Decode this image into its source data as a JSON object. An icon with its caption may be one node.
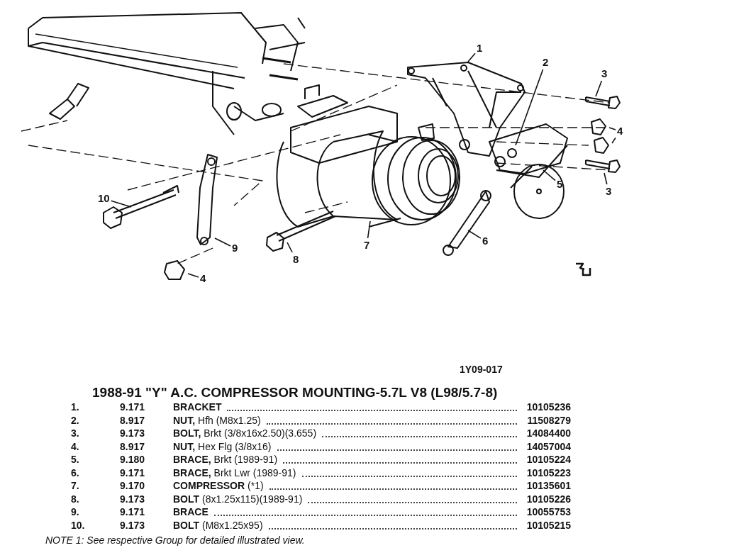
{
  "diagram": {
    "title": "1988-91 \"Y\" A.C. COMPRESSOR MOUNTING-5.7L V8 (L98/5.7-8)",
    "caption": "NOTE 1: See respective Group for detailed illustrated view.",
    "nodes": [
      {
        "text": [
          "1"
        ]
      },
      {
        "text": [
          "2"
        ]
      },
      {
        "text": [
          "3"
        ]
      },
      {
        "text": [
          "4"
        ]
      },
      {
        "text": [
          "5"
        ]
      },
      {
        "text": [
          "3"
        ]
      },
      {
        "text": [
          "10"
        ]
      },
      {
        "text": [
          "6"
        ]
      },
      {
        "text": [
          "7"
        ]
      },
      {
        "text": [
          "9"
        ]
      },
      {
        "text": [
          "8"
        ]
      },
      {
        "text": [
          "4"
        ]
      }
    ],
    "edges": [
      {
        "from": 0,
        "to": null,
        "arrow": "none"
      },
      {
        "from": 1,
        "to": null,
        "arrow": "none"
      },
      {
        "from": 2,
        "to": null,
        "arrow": "none"
      },
      {
        "from": 3,
        "to": null,
        "arrow": "none"
      },
      {
        "from": 3,
        "to": null,
        "arrow": "none"
      },
      {
        "from": 4,
        "to": null,
        "arrow": "none"
      },
      {
        "from": 5,
        "to": null,
        "arrow": "none"
      },
      {
        "from": 6,
        "to": null,
        "arrow": "none"
      },
      {
        "from": 7,
        "to": null,
        "arrow": "none"
      },
      {
        "from": 8,
        "to": null,
        "arrow": "none"
      },
      {
        "from": 9,
        "to": null,
        "arrow": "none"
      },
      {
        "from": 10,
        "to": null,
        "arrow": "none"
      },
      {
        "from": 11,
        "to": null,
        "arrow": "none"
      }
    ],
    "labels": [
      "1Y09-017",
      "1.",
      "9.171",
      "**BRACKET**",
      "10105236",
      "2.",
      "8.917",
      "**NUT,** Hfh (M8x1.25)",
      "11508279",
      "3.",
      "9.173",
      "**BOLT,** Brkt (3/8x16x2.50)(3.655)",
      "14084400",
      "4.",
      "8.917",
      "**NUT,** Hex Flg (3/8x16)",
      "14057004",
      "5.",
      "9.180",
      "**BRACE,** Brkt (1989-91)",
      "10105224",
      "6.",
      "9.171",
      "**BRACE,** Brkt Lwr (1989-91)",
      "10105223",
      "7.",
      "9.170",
      "**COMPRESSOR** (*1)",
      "10135601",
      "8.",
      "9.173",
      "**BOLT** (8x1.25x115)(1989-91)",
      "10105226",
      "9.",
      "9.171",
      "**BRACE**",
      "10055753",
      "10.",
      "9.173",
      "**BOLT** (M8x1.25x95)",
      "10105215"
    ]
  }
}
